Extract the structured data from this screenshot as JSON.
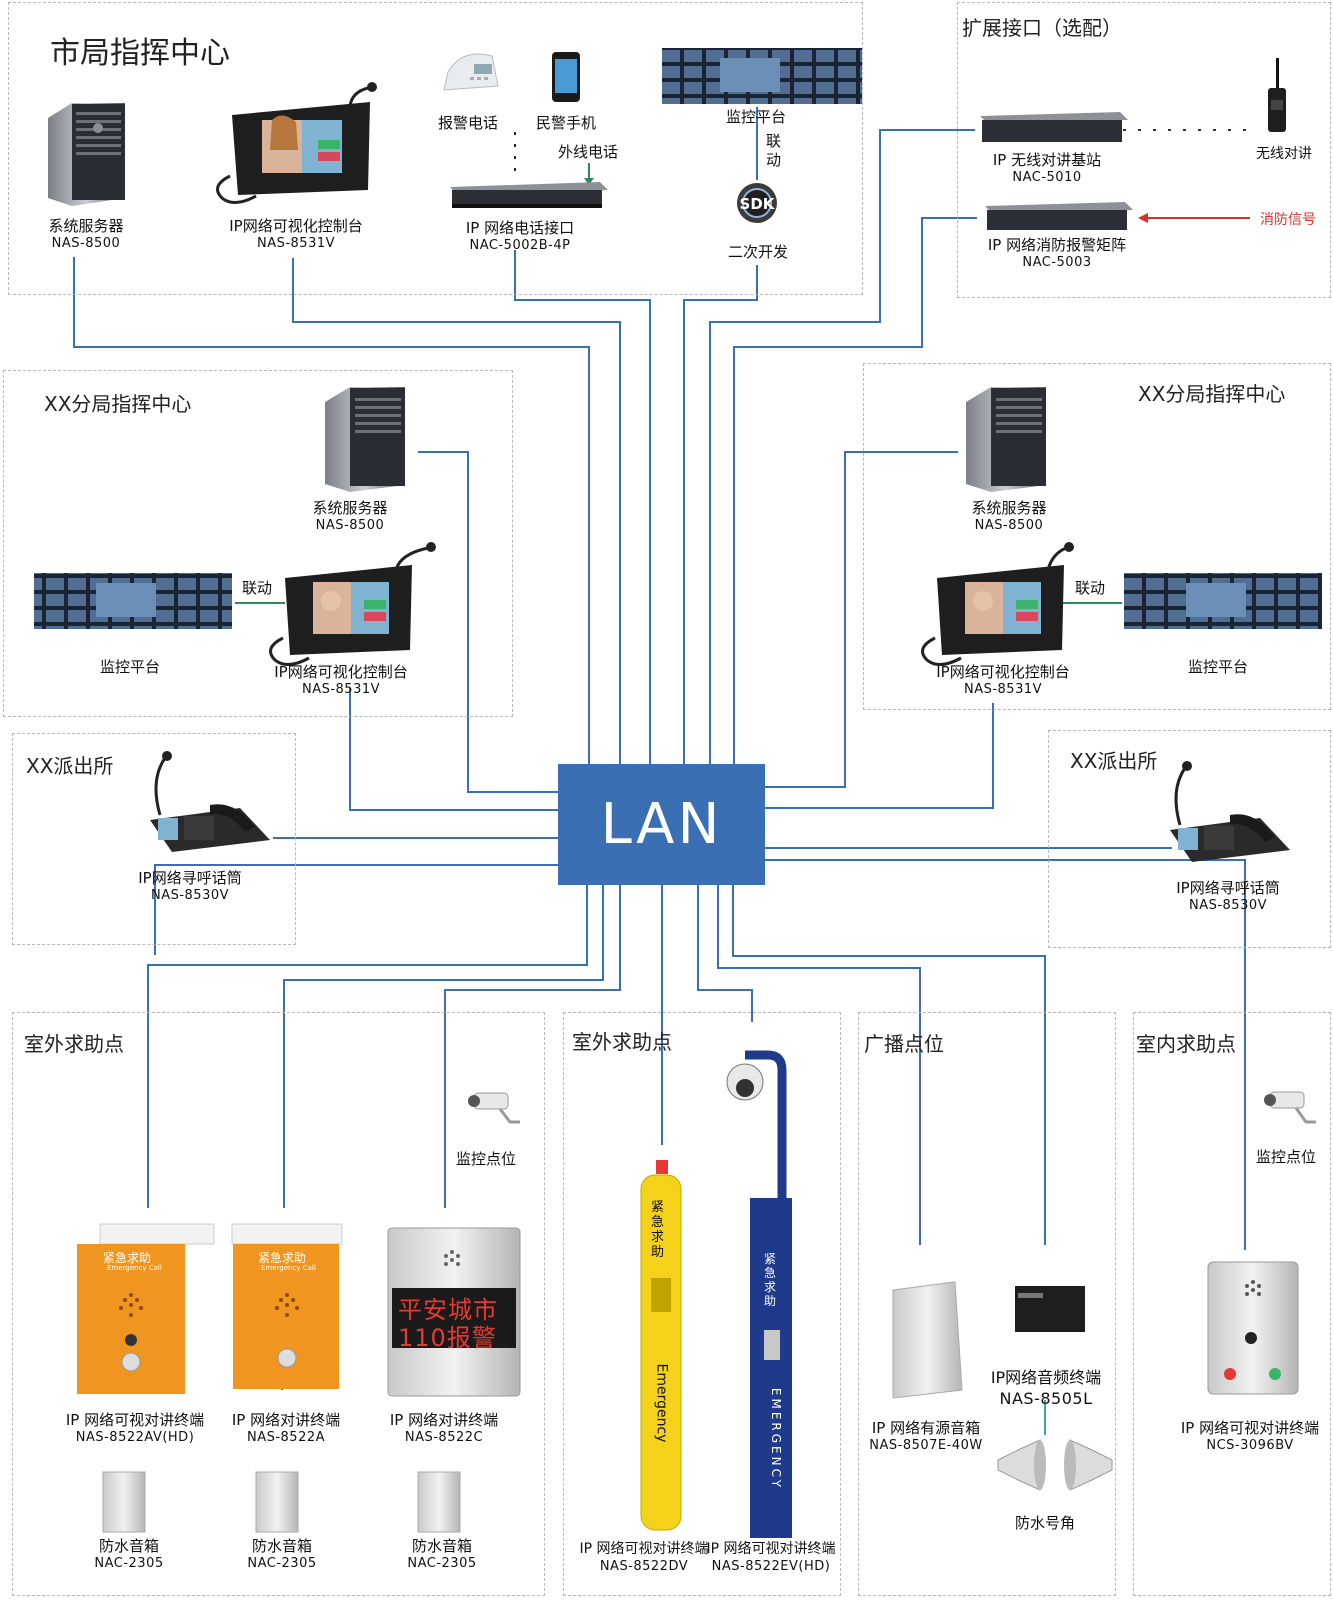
{
  "lan": "LAN",
  "city_center": {
    "title": "市局指挥中心",
    "server": {
      "name": "系统服务器",
      "model": "NAS-8500"
    },
    "console": {
      "name": "IP网络可视化控制台",
      "model": "NAS-8531V"
    },
    "alarm_phone": "报警电话",
    "police_mobile": "民警手机",
    "outside_line": "外线电话",
    "phone_interface": {
      "name": "IP 网络电话接口",
      "model": "NAC-5002B-4P"
    },
    "monitor_platform": "监控平台",
    "linkage": "联动",
    "sdk": {
      "badge": "SDK",
      "name": "二次开发"
    }
  },
  "extension": {
    "title": "扩展接口（选配）",
    "radio_base": {
      "name": "IP 无线对讲基站",
      "model": "NAC-5010"
    },
    "walkie": "无线对讲",
    "fire_matrix": {
      "name": "IP 网络消防报警矩阵",
      "model": "NAC-5003"
    },
    "fire_signal": "消防信号"
  },
  "branch_left": {
    "title": "XX分局指挥中心",
    "server": {
      "name": "系统服务器",
      "model": "NAS-8500"
    },
    "linkage": "联动",
    "monitor": "监控平台",
    "console": {
      "name": "IP网络可视化控制台",
      "model": "NAS-8531V"
    }
  },
  "branch_right": {
    "title": "XX分局指挥中心",
    "server": {
      "name": "系统服务器",
      "model": "NAS-8500"
    },
    "linkage": "联动",
    "monitor": "监控平台",
    "console": {
      "name": "IP网络可视化控制台",
      "model": "NAS-8531V"
    }
  },
  "station_left": {
    "title": "XX派出所",
    "device": {
      "name": "IP网络寻呼话筒",
      "model": "NAS-8530V"
    }
  },
  "station_right": {
    "title": "XX派出所",
    "device": {
      "name": "IP网络寻呼话筒",
      "model": "NAS-8530V"
    }
  },
  "outdoor_left": {
    "title": "室外求助点",
    "t1": {
      "name": "IP 网络可视对讲终端",
      "model": "NAS-8522AV(HD)"
    },
    "t2": {
      "name": "IP 网络对讲终端",
      "model": "NAS-8522A"
    },
    "t3": {
      "name": "IP 网络对讲终端",
      "model": "NAS-8522C",
      "screen1": "平安城市",
      "screen2": "110报警"
    },
    "panel_label": "紧急求助",
    "panel_sub": "Emergency Call",
    "camera": "监控点位",
    "speaker": {
      "name": "防水音箱",
      "model": "NAC-2305"
    }
  },
  "outdoor_mid": {
    "title": "室外求助点",
    "p1": {
      "name": "IP 网络可视对讲终端",
      "model": "NAS-8522DV"
    },
    "p2": {
      "name": "IP 网络可视对讲终端",
      "model": "NAS-8522EV(HD)"
    },
    "pole_text1": "紧急求助",
    "pole_text2": "Emergency",
    "pole_text3": "EMERGENCY"
  },
  "broadcast": {
    "title": "广播点位",
    "active_speaker": {
      "name": "IP 网络有源音箱",
      "model": "NAS-8507E-40W"
    },
    "audio_terminal": {
      "name": "IP网络音频终端",
      "model": "NAS-8505L"
    },
    "horn": "防水号角"
  },
  "indoor": {
    "title": "室内求助点",
    "camera": "监控点位",
    "terminal": {
      "name": "IP 网络可视对讲终端",
      "model": "NCS-3096BV"
    }
  },
  "colors": {
    "lan": "#3a6fb3",
    "line": "#3a6fb3",
    "fire": "#d9302a",
    "orange": "#f0951f",
    "yellow": "#f5d21a",
    "navy": "#1f3a8a"
  }
}
